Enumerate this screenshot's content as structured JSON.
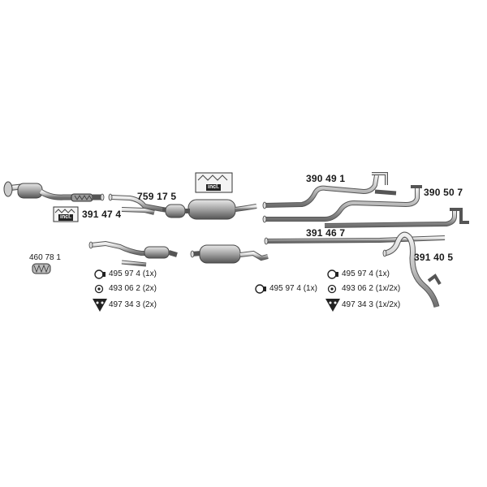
{
  "parts": [
    {
      "id": "p391474",
      "number": "391 47 4"
    },
    {
      "id": "p759175",
      "number": "759 17 5"
    },
    {
      "id": "p390491",
      "number": "390 49 1"
    },
    {
      "id": "p390507",
      "number": "390 50 7"
    },
    {
      "id": "p391467",
      "number": "391 46 7"
    },
    {
      "id": "p391405",
      "number": "391 40 5"
    },
    {
      "id": "p460781",
      "number": "460 78 1"
    }
  ],
  "incl_label": "incl.",
  "accessories_left": [
    {
      "icon": "clamp-icon",
      "text": "495 97 4 (1x)"
    },
    {
      "icon": "gasket-icon",
      "text": "493 06 2 (2x)"
    },
    {
      "icon": "rubber-mount-icon",
      "text": "497 34 3  (2x)"
    }
  ],
  "accessories_right": [
    {
      "icon": "clamp-icon",
      "text": "495 97 4 (1x)"
    },
    {
      "icon": "gasket-icon",
      "text": "493 06 2 (1x/2x)"
    },
    {
      "icon": "rubber-mount-icon",
      "text": "497 34 3  (1x/2x)"
    }
  ],
  "accessories_middle": [
    {
      "icon": "clamp-icon",
      "text": "495 97 4  (1x)"
    }
  ]
}
